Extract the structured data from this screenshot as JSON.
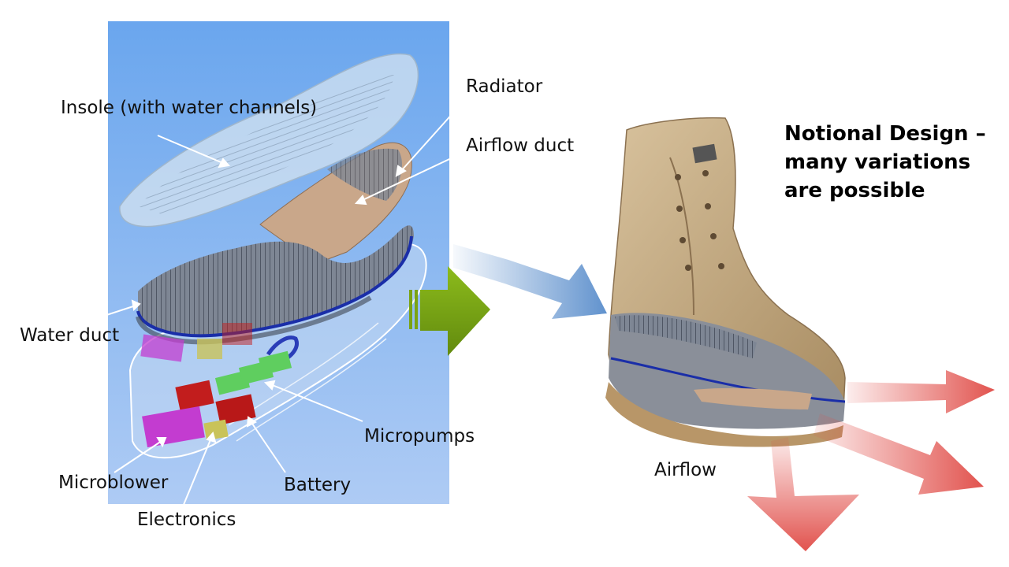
{
  "labels": {
    "insole": "Insole (with water channels)",
    "radiator": "Radiator",
    "airflow_duct": "Airflow duct",
    "water_duct": "Water duct",
    "micropumps": "Micropumps",
    "microblower": "Microblower",
    "battery": "Battery",
    "electronics": "Electronics",
    "airflow": "Airflow"
  },
  "title_lines": [
    "Notional Design –",
    "many variations",
    "are possible"
  ],
  "colors": {
    "panel_top": "#6aa6ee",
    "panel_bottom": "#a9c8f4",
    "big_arrow": "#7aa314",
    "blue_flow": "#4f86c8",
    "red_flow": "#e04a45",
    "boot_tan": "#c6ac84",
    "water_duct": "#1a2ea8",
    "microblower": "#c33cd0",
    "micropumps": "#5fce5f",
    "battery": "#c21d1d",
    "electronics": "#c9c35a"
  }
}
